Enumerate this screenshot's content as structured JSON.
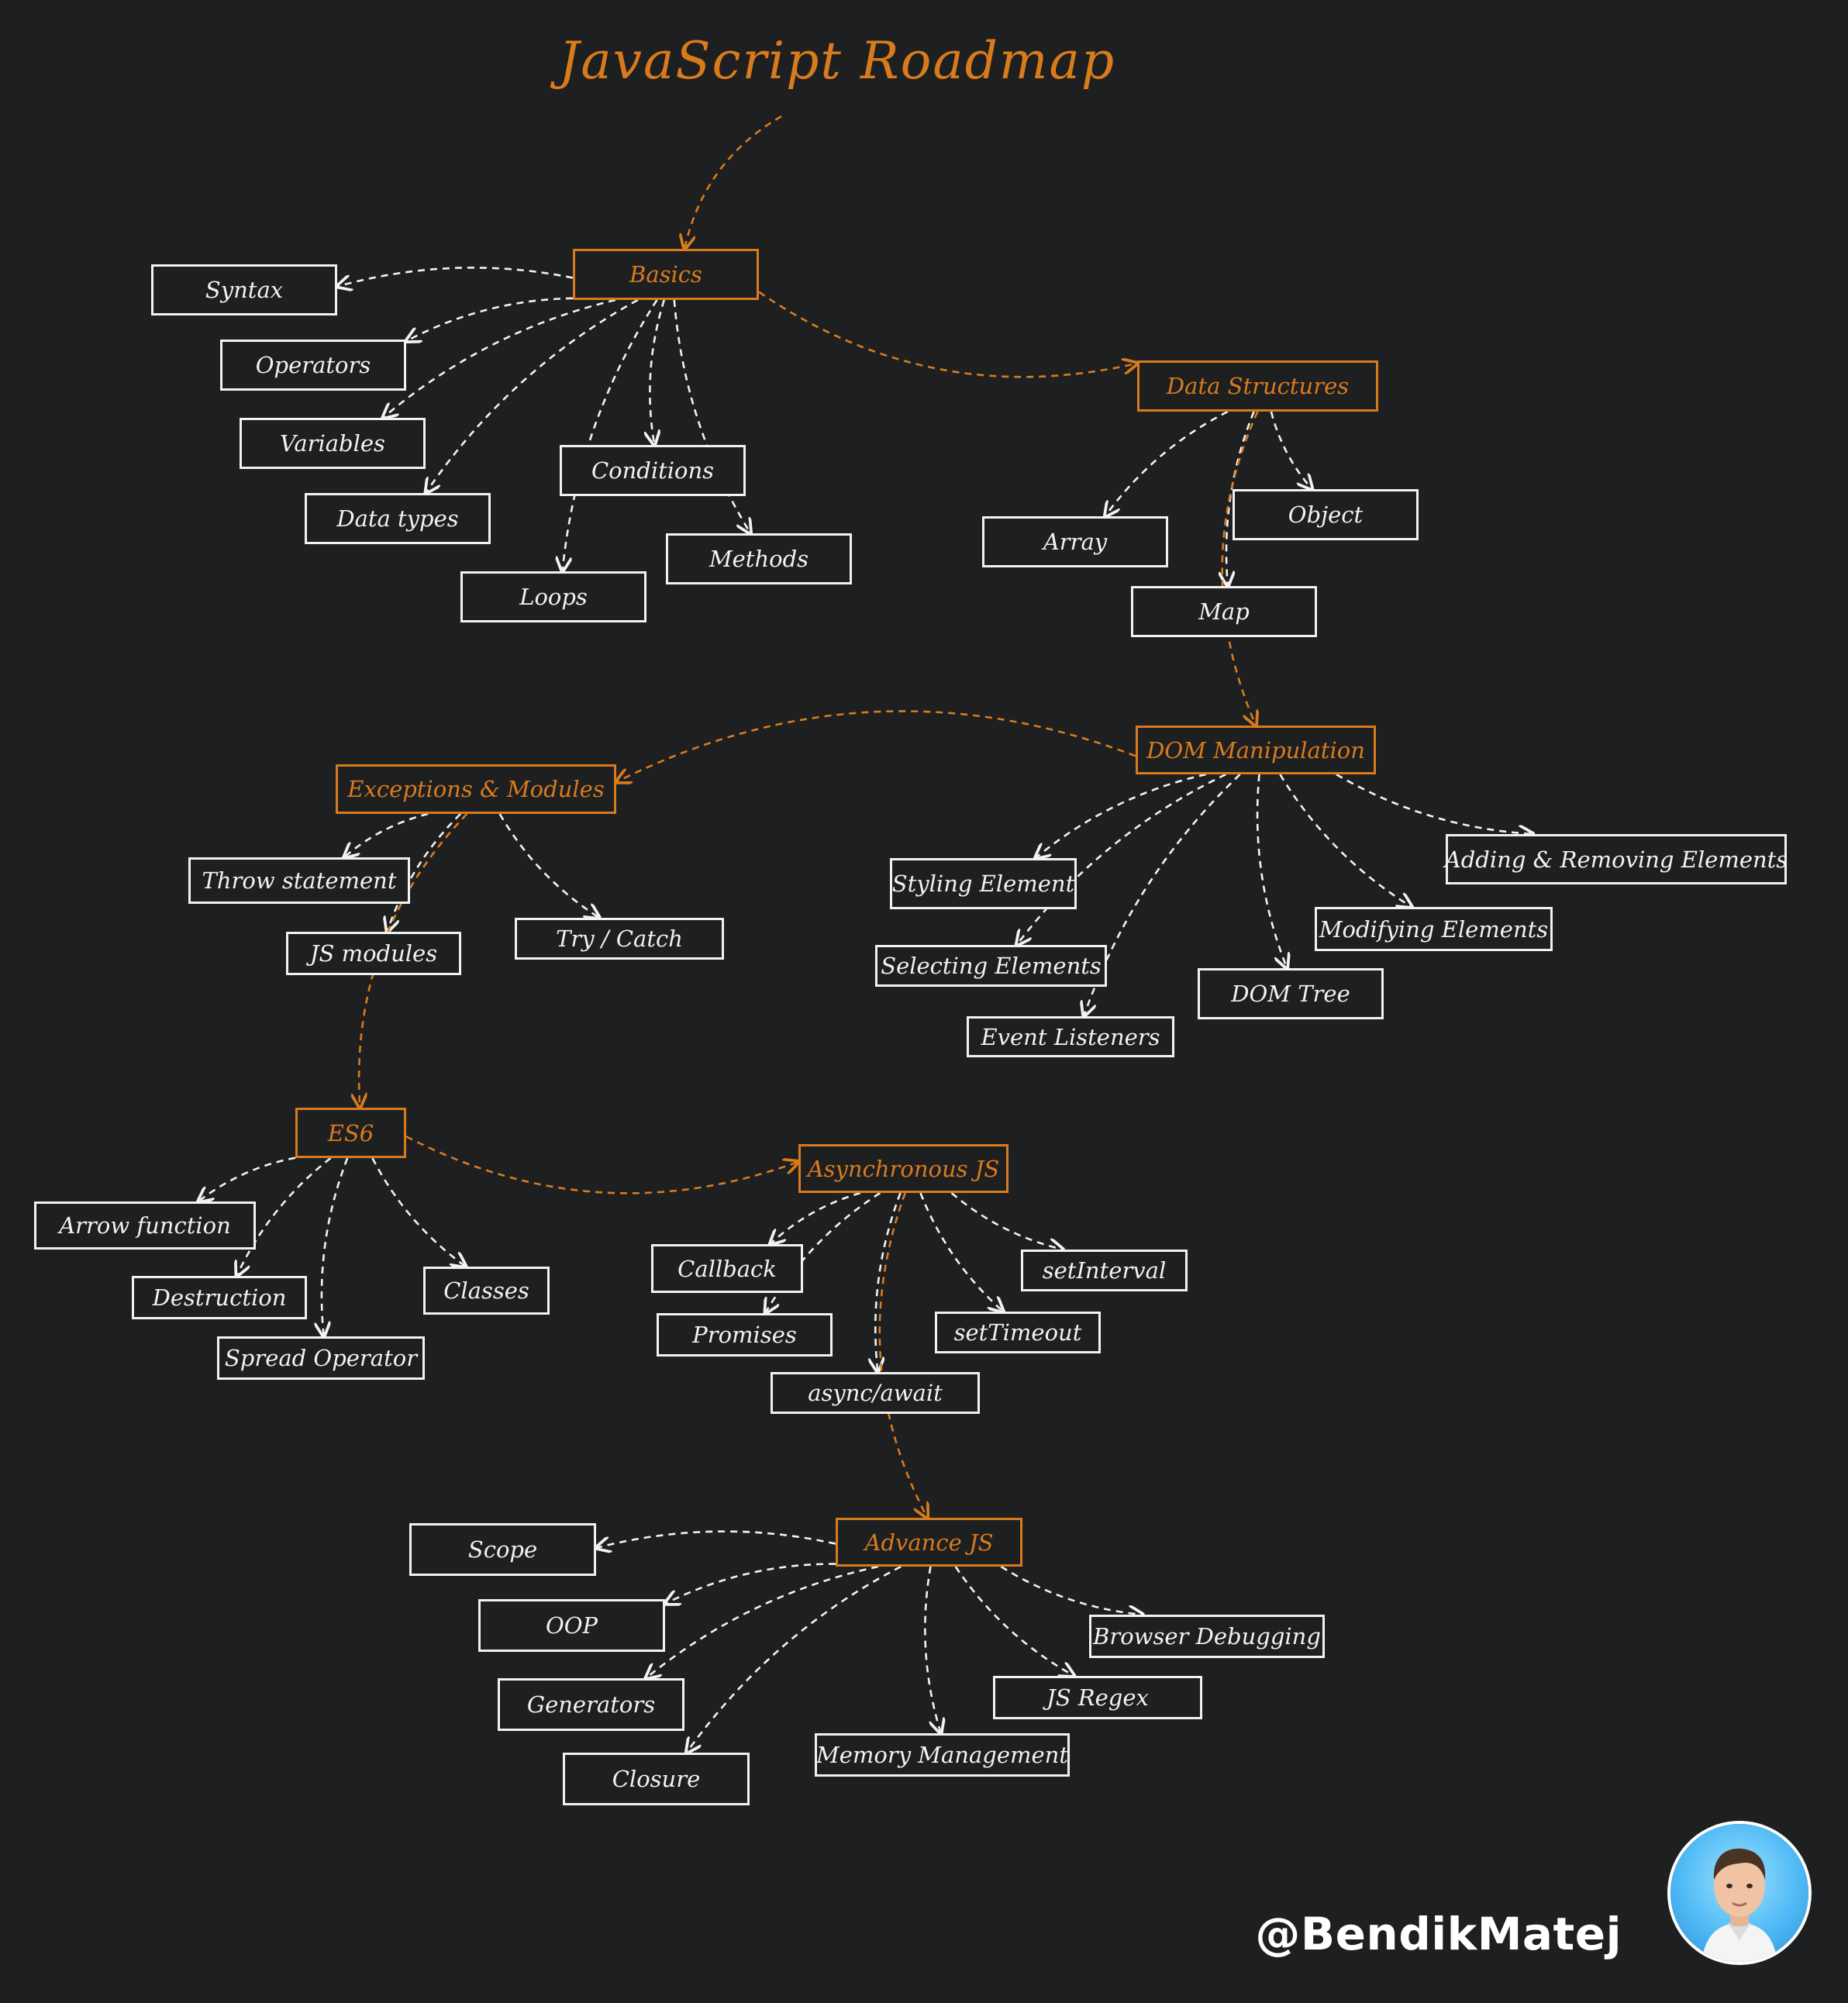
{
  "title": "JavaScript Roadmap",
  "handle": "@BendikMatej",
  "avatar_icon": "person-portrait-icon",
  "colors": {
    "background": "#1e1f21",
    "accent": "#d97b1c",
    "node": "#f2f2f2"
  },
  "nodes": {
    "basics": "Basics",
    "syntax": "Syntax",
    "operators": "Operators",
    "variables": "Variables",
    "data_types": "Data types",
    "conditions": "Conditions",
    "methods": "Methods",
    "loops": "Loops",
    "data_structures": "Data Structures",
    "array": "Array",
    "object": "Object",
    "map": "Map",
    "dom": "DOM Manipulation",
    "styling": "Styling Element",
    "selecting": "Selecting Elements",
    "event_listeners": "Event Listeners",
    "dom_tree": "DOM Tree",
    "modifying": "Modifying Elements",
    "adding_removing": "Adding & Removing Elements",
    "exceptions": "Exceptions & Modules",
    "throw": "Throw statement",
    "js_modules": "JS modules",
    "try_catch": "Try / Catch",
    "es6": "ES6",
    "arrow": "Arrow function",
    "destruction": "Destruction",
    "spread": "Spread Operator",
    "classes": "Classes",
    "async": "Asynchronous JS",
    "callback": "Callback",
    "promises": "Promises",
    "async_await": "async/await",
    "set_timeout": "setTimeout",
    "set_interval": "setInterval",
    "advance": "Advance JS",
    "scope": "Scope",
    "oop": "OOP",
    "generators": "Generators",
    "closure": "Closure",
    "memory": "Memory Management",
    "regex": "JS Regex",
    "browser_debugging": "Browser Debugging"
  },
  "edges": [
    {
      "from": "title",
      "to": "basics",
      "main": true
    },
    {
      "from": "basics",
      "to": "syntax"
    },
    {
      "from": "basics",
      "to": "operators"
    },
    {
      "from": "basics",
      "to": "variables"
    },
    {
      "from": "basics",
      "to": "data_types"
    },
    {
      "from": "basics",
      "to": "loops"
    },
    {
      "from": "basics",
      "to": "conditions"
    },
    {
      "from": "basics",
      "to": "methods"
    },
    {
      "from": "basics",
      "to": "data_structures",
      "main": true
    },
    {
      "from": "data_structures",
      "to": "array"
    },
    {
      "from": "data_structures",
      "to": "map"
    },
    {
      "from": "data_structures",
      "to": "object"
    },
    {
      "from": "data_structures",
      "to": "dom",
      "main": true
    },
    {
      "from": "dom",
      "to": "styling"
    },
    {
      "from": "dom",
      "to": "selecting"
    },
    {
      "from": "dom",
      "to": "event_listeners"
    },
    {
      "from": "dom",
      "to": "dom_tree"
    },
    {
      "from": "dom",
      "to": "modifying"
    },
    {
      "from": "dom",
      "to": "adding_removing"
    },
    {
      "from": "dom",
      "to": "exceptions",
      "main": true
    },
    {
      "from": "exceptions",
      "to": "throw"
    },
    {
      "from": "exceptions",
      "to": "js_modules"
    },
    {
      "from": "exceptions",
      "to": "try_catch"
    },
    {
      "from": "exceptions",
      "to": "es6",
      "main": true
    },
    {
      "from": "es6",
      "to": "arrow"
    },
    {
      "from": "es6",
      "to": "destruction"
    },
    {
      "from": "es6",
      "to": "spread"
    },
    {
      "from": "es6",
      "to": "classes"
    },
    {
      "from": "es6",
      "to": "async",
      "main": true
    },
    {
      "from": "async",
      "to": "callback"
    },
    {
      "from": "async",
      "to": "promises"
    },
    {
      "from": "async",
      "to": "async_await"
    },
    {
      "from": "async",
      "to": "set_timeout"
    },
    {
      "from": "async",
      "to": "set_interval"
    },
    {
      "from": "async",
      "to": "advance",
      "main": true
    },
    {
      "from": "advance",
      "to": "scope"
    },
    {
      "from": "advance",
      "to": "oop"
    },
    {
      "from": "advance",
      "to": "generators"
    },
    {
      "from": "advance",
      "to": "closure"
    },
    {
      "from": "advance",
      "to": "memory"
    },
    {
      "from": "advance",
      "to": "regex"
    },
    {
      "from": "advance",
      "to": "browser_debugging"
    }
  ]
}
